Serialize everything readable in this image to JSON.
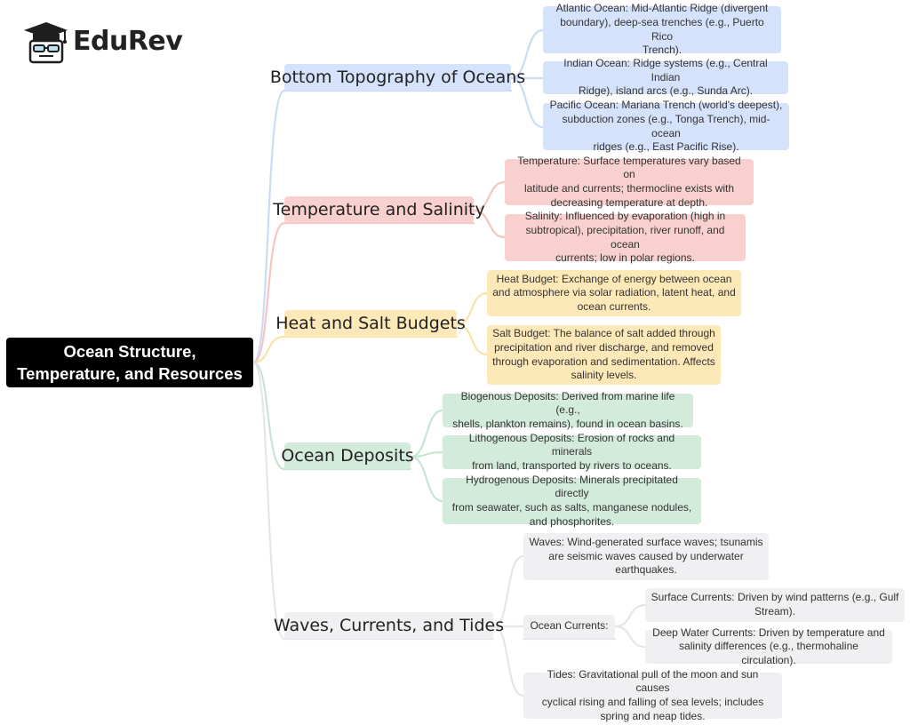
{
  "brand": {
    "name": "EduRev"
  },
  "root": {
    "line1": "Ocean Structure,",
    "line2": "Temperature, and Resources"
  },
  "colors": {
    "blue": "#d5e2fb",
    "blue_line": "#c9dcf7",
    "red": "#f8d0cd",
    "red_line": "#f6c5c1",
    "yellow": "#fde8b8",
    "yellow_line": "#fbe2a8",
    "green": "#d3ebdb",
    "green_line": "#c7e6d1",
    "gray": "#f0f0f2",
    "gray_line": "#e6e6e8"
  },
  "branches": {
    "bottom_topography": {
      "label": "Bottom Topography of Oceans",
      "items": [
        [
          "Atlantic Ocean: Mid-Atlantic Ridge (divergent",
          "boundary), deep-sea trenches (e.g., Puerto Rico",
          "Trench)."
        ],
        [
          "Indian Ocean: Ridge systems (e.g., Central Indian",
          "Ridge), island arcs (e.g., Sunda Arc)."
        ],
        [
          "Pacific Ocean: Mariana Trench (world's deepest),",
          "subduction zones (e.g., Tonga Trench), mid-ocean",
          "ridges (e.g., East Pacific Rise)."
        ]
      ]
    },
    "temperature_salinity": {
      "label": "Temperature and Salinity",
      "items": [
        [
          "Temperature: Surface temperatures vary based on",
          "latitude and currents; thermocline exists with",
          "decreasing temperature at depth."
        ],
        [
          "Salinity: Influenced by evaporation (high in",
          "subtropical), precipitation, river runoff, and ocean",
          "currents; low in polar regions."
        ]
      ]
    },
    "heat_salt_budgets": {
      "label": "Heat and Salt Budgets",
      "items": [
        [
          "Heat Budget: Exchange of energy between ocean",
          "and atmosphere via solar radiation, latent heat, and",
          "ocean currents."
        ],
        [
          "Salt Budget: The balance of salt added through",
          "precipitation and river discharge, and removed",
          "through evaporation and sedimentation. Affects",
          "salinity levels."
        ]
      ]
    },
    "ocean_deposits": {
      "label": "Ocean Deposits",
      "items": [
        [
          "Biogenous Deposits: Derived from marine life (e.g.,",
          "shells, plankton remains), found in ocean basins."
        ],
        [
          "Lithogenous Deposits: Erosion of rocks and minerals",
          "from land, transported by rivers to oceans."
        ],
        [
          "Hydrogenous Deposits: Minerals precipitated directly",
          "from seawater, such as salts, manganese nodules,",
          "and phosphorites."
        ]
      ]
    },
    "waves_currents_tides": {
      "label": "Waves, Currents, and Tides",
      "waves": [
        "Waves: Wind-generated surface waves; tsunamis",
        "are seismic waves caused by underwater",
        "earthquakes."
      ],
      "ocean_currents": {
        "label": "Ocean Currents:",
        "surface": [
          "Surface Currents: Driven by wind patterns (e.g., Gulf",
          "Stream)."
        ],
        "deep": [
          "Deep Water Currents: Driven by temperature and",
          "salinity differences (e.g., thermohaline circulation)."
        ]
      },
      "tides": [
        "Tides: Gravitational pull of the moon and sun causes",
        "cyclical rising and falling of sea levels; includes",
        "spring and neap tides."
      ]
    }
  }
}
